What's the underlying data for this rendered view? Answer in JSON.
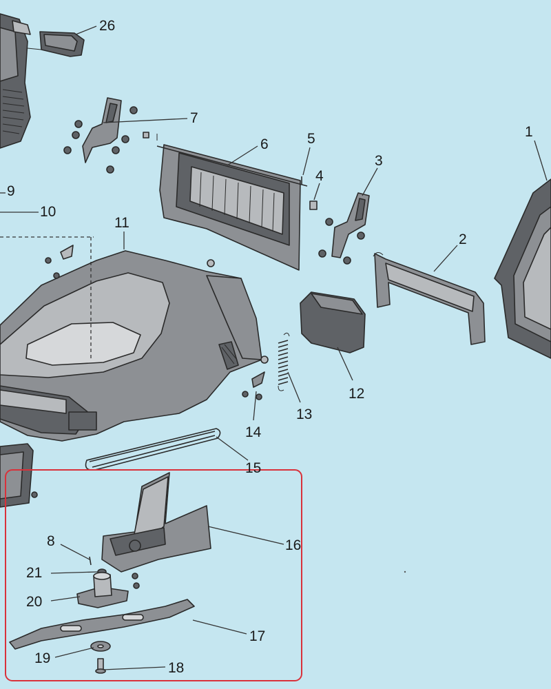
{
  "diagram": {
    "background": "#c5e6f0",
    "highlight_color": "#d9313a",
    "labels": [
      "1",
      "2",
      "3",
      "4",
      "5",
      "6",
      "7",
      "8",
      "9",
      "10",
      "11",
      "12",
      "13",
      "14",
      "15",
      "16",
      "17",
      "18",
      "19",
      "20",
      "21",
      "26"
    ]
  }
}
